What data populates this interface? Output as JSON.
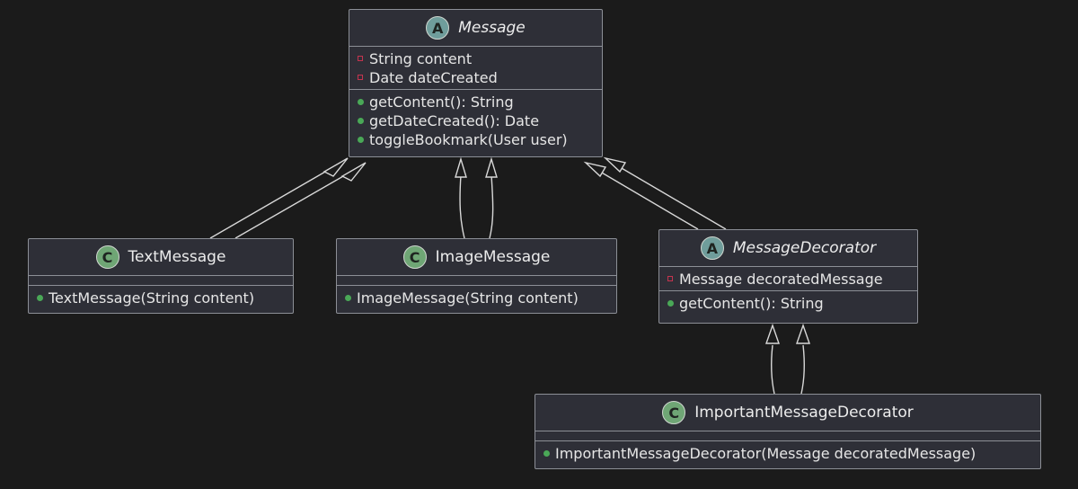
{
  "classes": {
    "message": {
      "stereotype_letter": "A",
      "name": "Message",
      "fields": [
        {
          "visibility": "private",
          "text": "String content"
        },
        {
          "visibility": "private",
          "text": "Date dateCreated"
        }
      ],
      "methods": [
        {
          "visibility": "public",
          "text": "getContent(): String"
        },
        {
          "visibility": "public",
          "text": "getDateCreated(): Date"
        },
        {
          "visibility": "public",
          "text": "toggleBookmark(User user)"
        }
      ]
    },
    "text_message": {
      "stereotype_letter": "C",
      "name": "TextMessage",
      "methods": [
        {
          "visibility": "public",
          "text": "TextMessage(String content)"
        }
      ]
    },
    "image_message": {
      "stereotype_letter": "C",
      "name": "ImageMessage",
      "methods": [
        {
          "visibility": "public",
          "text": "ImageMessage(String content)"
        }
      ]
    },
    "message_decorator": {
      "stereotype_letter": "A",
      "name": "MessageDecorator",
      "fields": [
        {
          "visibility": "private",
          "text": "Message decoratedMessage"
        }
      ],
      "methods": [
        {
          "visibility": "public",
          "text": "getContent(): String"
        }
      ]
    },
    "important_message_decorator": {
      "stereotype_letter": "C",
      "name": "ImportantMessageDecorator",
      "methods": [
        {
          "visibility": "public",
          "text": "ImportantMessageDecorator(Message decoratedMessage)"
        }
      ]
    }
  },
  "relations": [
    {
      "type": "inheritance",
      "from": "TextMessage",
      "to": "Message"
    },
    {
      "type": "inheritance",
      "from": "ImageMessage",
      "to": "Message"
    },
    {
      "type": "inheritance",
      "from": "MessageDecorator",
      "to": "Message"
    },
    {
      "type": "inheritance",
      "from": "ImportantMessageDecorator",
      "to": "MessageDecorator"
    }
  ],
  "colors": {
    "background": "#1b1b1b",
    "class_fill": "#2e2f37",
    "border": "#8c8f96",
    "abstract_badge": "#6f9d9b",
    "class_badge": "#6fa675",
    "private_marker": "#c4344f",
    "public_marker": "#4aa857",
    "edge": "#d8d8d8"
  }
}
